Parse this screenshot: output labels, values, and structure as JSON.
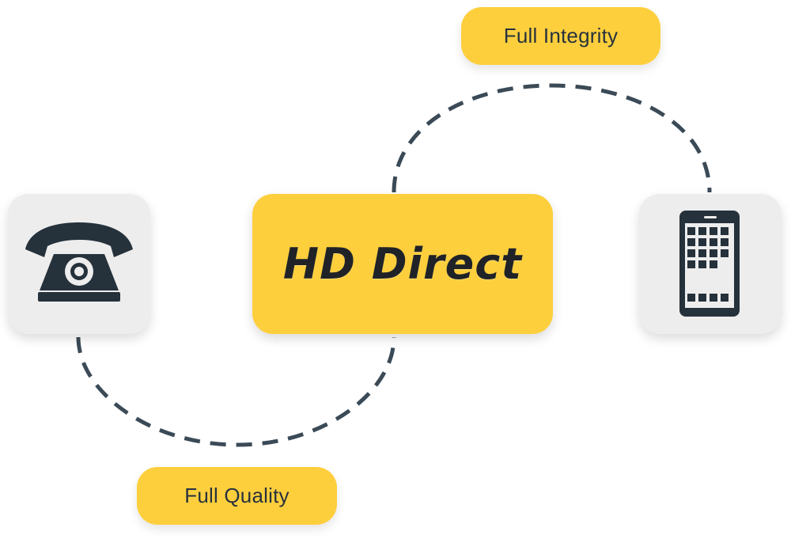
{
  "diagram": {
    "center_label": "HD Direct",
    "top_label": "Full Integrity",
    "bottom_label": "Full Quality",
    "left_icon": "rotary-telephone-icon",
    "right_icon": "tablet-icon",
    "connector_style": "dashed"
  },
  "colors": {
    "accent": "#fecf3d",
    "tile": "#ededed",
    "connector": "#3b4a57",
    "icon": "#25313b",
    "text": "#27323d"
  }
}
